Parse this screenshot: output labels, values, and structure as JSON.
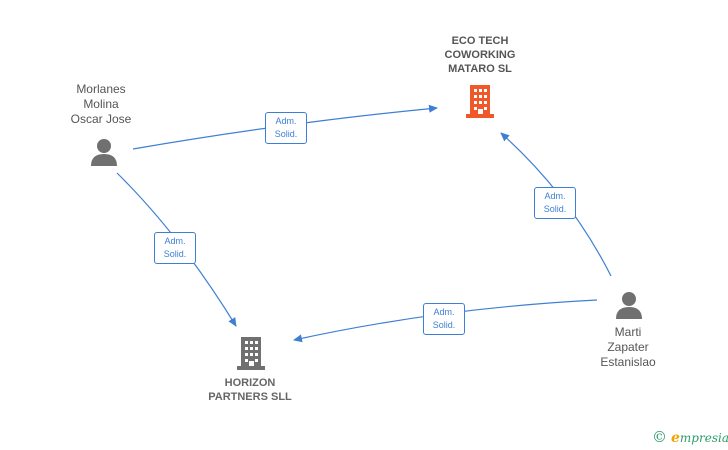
{
  "nodes": {
    "morlanes": {
      "lines": [
        "Morlanes",
        "Molina",
        "Oscar Jose"
      ]
    },
    "marti": {
      "lines": [
        "Marti",
        "Zapater",
        "Estanislao"
      ]
    },
    "eco_tech": {
      "lines": [
        "ECO TECH",
        "COWORKING",
        "MATARO  SL"
      ]
    },
    "horizon": {
      "lines": [
        "HORIZON",
        "PARTNERS  SLL"
      ]
    }
  },
  "edges": [
    {
      "id": "morlanes-eco",
      "lines": [
        "Adm.",
        "Solid."
      ]
    },
    {
      "id": "morlanes-horizon",
      "lines": [
        "Adm.",
        "Solid."
      ]
    },
    {
      "id": "marti-eco",
      "lines": [
        "Adm.",
        "Solid."
      ]
    },
    {
      "id": "marti-horizon",
      "lines": [
        "Adm.",
        "Solid."
      ]
    }
  ],
  "colors": {
    "edge": "#3d7fd4",
    "person": "#707070",
    "company_main": "#f0582a",
    "company": "#707070"
  },
  "footer": {
    "copyright_symbol": "©",
    "brand_initial": "e",
    "brand_rest": "mpresia"
  }
}
